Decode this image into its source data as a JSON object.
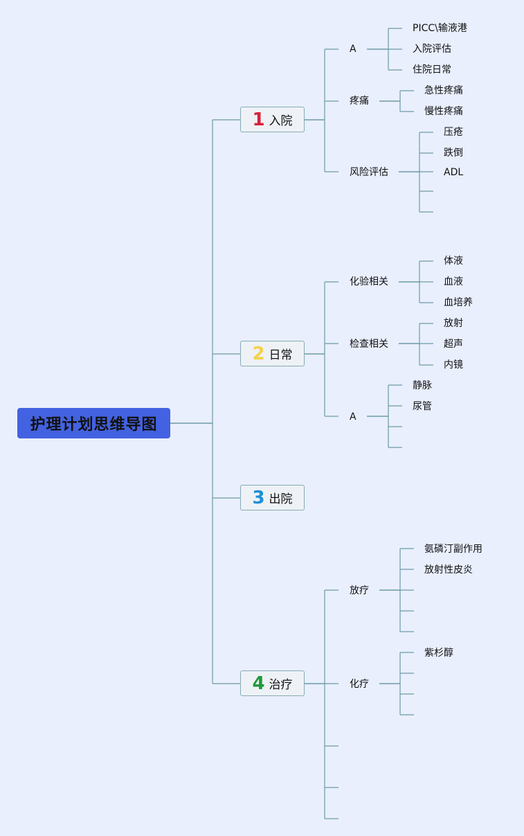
{
  "root": {
    "title": "护理计划思维导图"
  },
  "colors": {
    "line": "#6d9aa5",
    "root_bg": "#4362e1"
  },
  "branches": [
    {
      "num": "1",
      "label": "入院",
      "num_color": "#d8203c",
      "children": [
        {
          "label": "A",
          "leaves": [
            "PICC\\输液港",
            "入院评估",
            "住院日常"
          ]
        },
        {
          "label": "疼痛",
          "leaves": [
            "急性疼痛",
            "慢性疼痛"
          ]
        },
        {
          "label": "风险评估",
          "leaves": [
            "压疮",
            "跌倒",
            "ADL",
            "",
            ""
          ]
        }
      ]
    },
    {
      "num": "2",
      "label": "日常",
      "num_color": "#f4d24a",
      "children": [
        {
          "label": "化验相关",
          "leaves": [
            "体液",
            "血液",
            "血培养"
          ]
        },
        {
          "label": "检查相关",
          "leaves": [
            "放射",
            "超声",
            "内镜"
          ]
        },
        {
          "label": "A",
          "leaves": [
            "静脉",
            "尿管",
            "",
            ""
          ]
        }
      ]
    },
    {
      "num": "3",
      "label": "出院",
      "num_color": "#1d8fd8",
      "children": []
    },
    {
      "num": "4",
      "label": "治疗",
      "num_color": "#1f9a3a",
      "children": [
        {
          "label": "放疗",
          "leaves": [
            "氨磷汀副作用",
            "放射性皮炎",
            "",
            "",
            ""
          ]
        },
        {
          "label": "化疗",
          "leaves": [
            "紫杉醇",
            "",
            "",
            ""
          ]
        },
        {
          "label": "",
          "leaves": []
        },
        {
          "label": "",
          "leaves": []
        },
        {
          "label": "",
          "leaves": []
        }
      ]
    }
  ]
}
